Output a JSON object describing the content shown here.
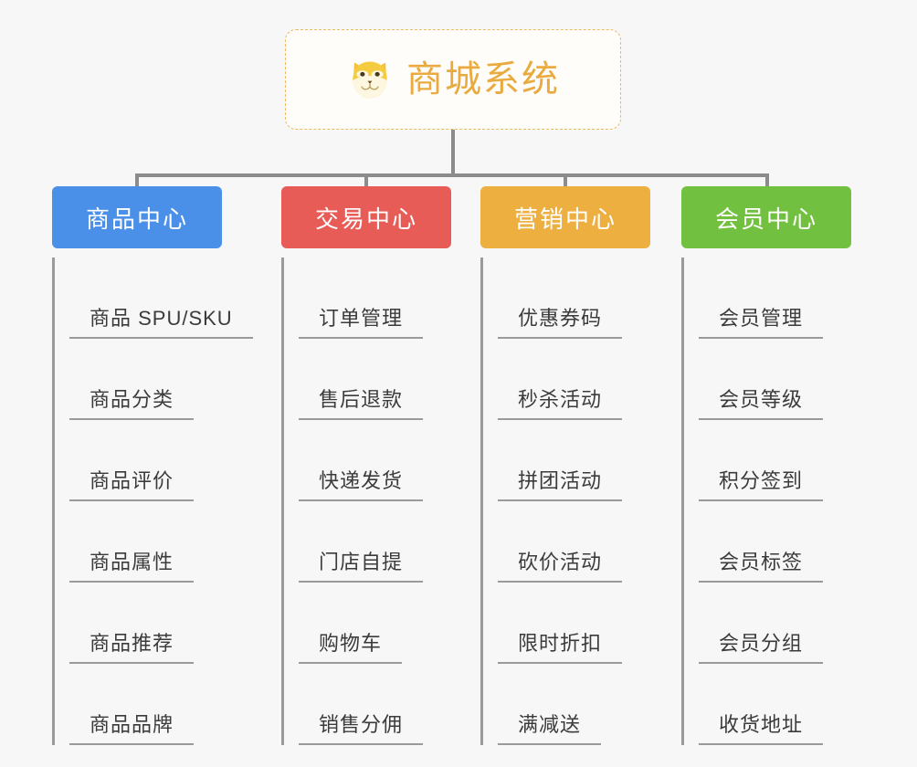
{
  "root": {
    "title": "商城系统",
    "icon": "shiba-dog-face-emoji",
    "border_color": "#edb85e",
    "text_color": "#e9ab40",
    "background": "#fffdf9"
  },
  "canvas": {
    "background": "#f7f7f7",
    "connector_color": "#8c8c8c",
    "leaf_line_color": "#9a9a9a",
    "leaf_text_color": "#3b3b3b"
  },
  "branches": [
    {
      "label": "商品中心",
      "color": "#4a90e8",
      "items": [
        "商品 SPU/SKU",
        "商品分类",
        "商品评价",
        "商品属性",
        "商品推荐",
        "商品品牌"
      ]
    },
    {
      "label": "交易中心",
      "color": "#e85c57",
      "items": [
        "订单管理",
        "售后退款",
        "快递发货",
        "门店自提",
        "购物车",
        "销售分佣"
      ]
    },
    {
      "label": "营销中心",
      "color": "#eeaf41",
      "items": [
        "优惠券码",
        "秒杀活动",
        "拼团活动",
        "砍价活动",
        "限时折扣",
        "满减送"
      ]
    },
    {
      "label": "会员中心",
      "color": "#72c03f",
      "items": [
        "会员管理",
        "会员等级",
        "积分签到",
        "会员标签",
        "会员分组",
        "收货地址"
      ]
    }
  ]
}
